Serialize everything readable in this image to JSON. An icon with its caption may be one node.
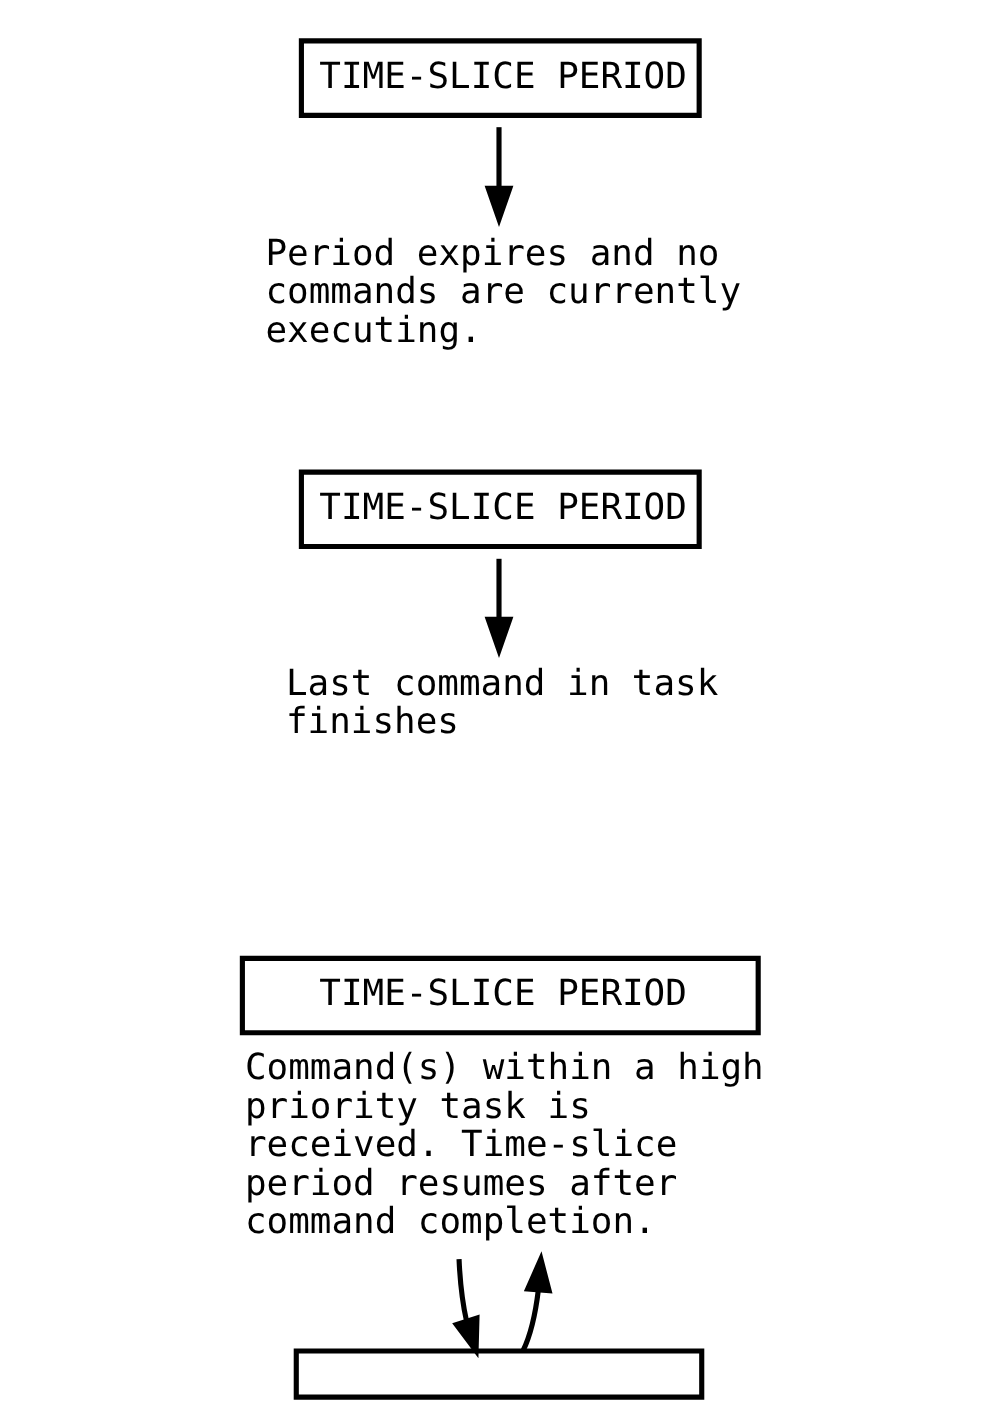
{
  "diagram": {
    "nodes": [
      {
        "text": [
          "TIME-SLICE PERIOD"
        ]
      },
      {
        "text": [
          "Period expires and no commands are currently executing."
        ]
      },
      {
        "text": [
          "TIME-SLICE PERIOD"
        ]
      },
      {
        "text": [
          "Last command in task finishes"
        ]
      },
      {
        "text": [],
        "shape": "box"
      },
      {
        "text": [
          "TIME-SLICE PERIOD"
        ],
        "beside": [
          "Command(s) within a high priority task is received. Time-slice period resumes after command completion."
        ]
      }
    ],
    "edges": [
      {
        "from": 0,
        "to": 1,
        "arrow": "to"
      },
      {
        "from": 2,
        "to": 3,
        "arrow": "to"
      },
      {
        "from": 5,
        "to": 4,
        "arrow": "to"
      },
      {
        "from": 4,
        "to": 5,
        "arrow": "to"
      }
    ]
  }
}
